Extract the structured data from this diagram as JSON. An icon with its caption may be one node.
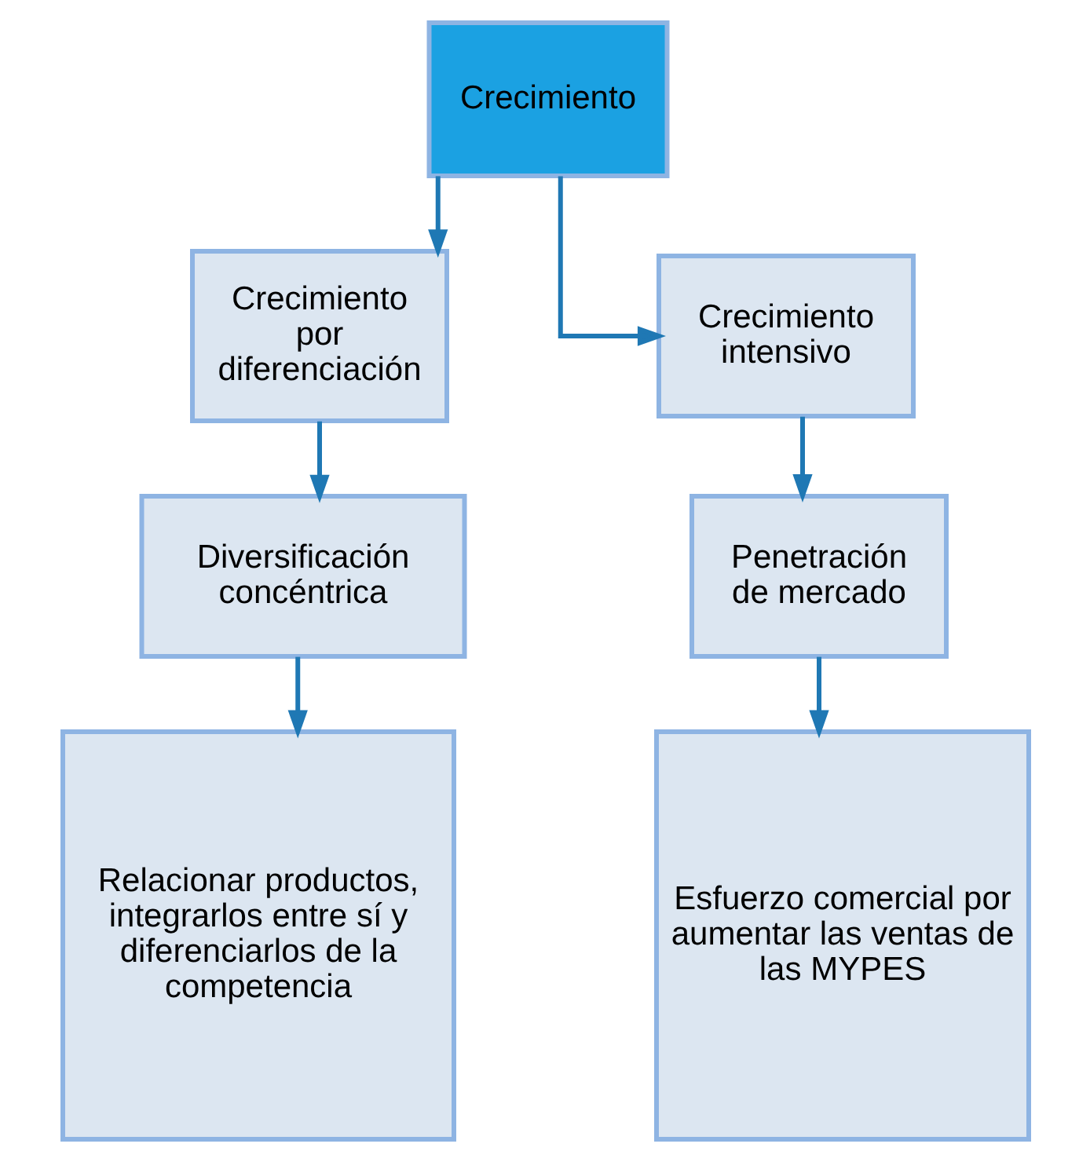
{
  "diagram": {
    "nodes": [
      {
        "text": [
          "Crecimiento"
        ]
      },
      {
        "text": [
          "Crecimiento por diferenciación"
        ]
      },
      {
        "text": [
          "Crecimiento intensivo"
        ]
      },
      {
        "text": [
          "Diversificación concéntrica"
        ]
      },
      {
        "text": [
          "Penetración de mercado"
        ]
      },
      {
        "text": [
          "Relacionar productos, integrarlos entre sí y diferenciarlos de la competencia"
        ]
      },
      {
        "text": [
          "Esfuerzo comercial por aumentar las ventas de las MYPES"
        ]
      }
    ],
    "edges": [
      {
        "from": 0,
        "to": 1,
        "arrow": "to"
      },
      {
        "from": 0,
        "to": 2,
        "arrow": "to"
      },
      {
        "from": 1,
        "to": 3,
        "arrow": "to"
      },
      {
        "from": 2,
        "to": 4,
        "arrow": "to"
      },
      {
        "from": 3,
        "to": 5,
        "arrow": "to"
      },
      {
        "from": 4,
        "to": 6,
        "arrow": "to"
      }
    ]
  }
}
